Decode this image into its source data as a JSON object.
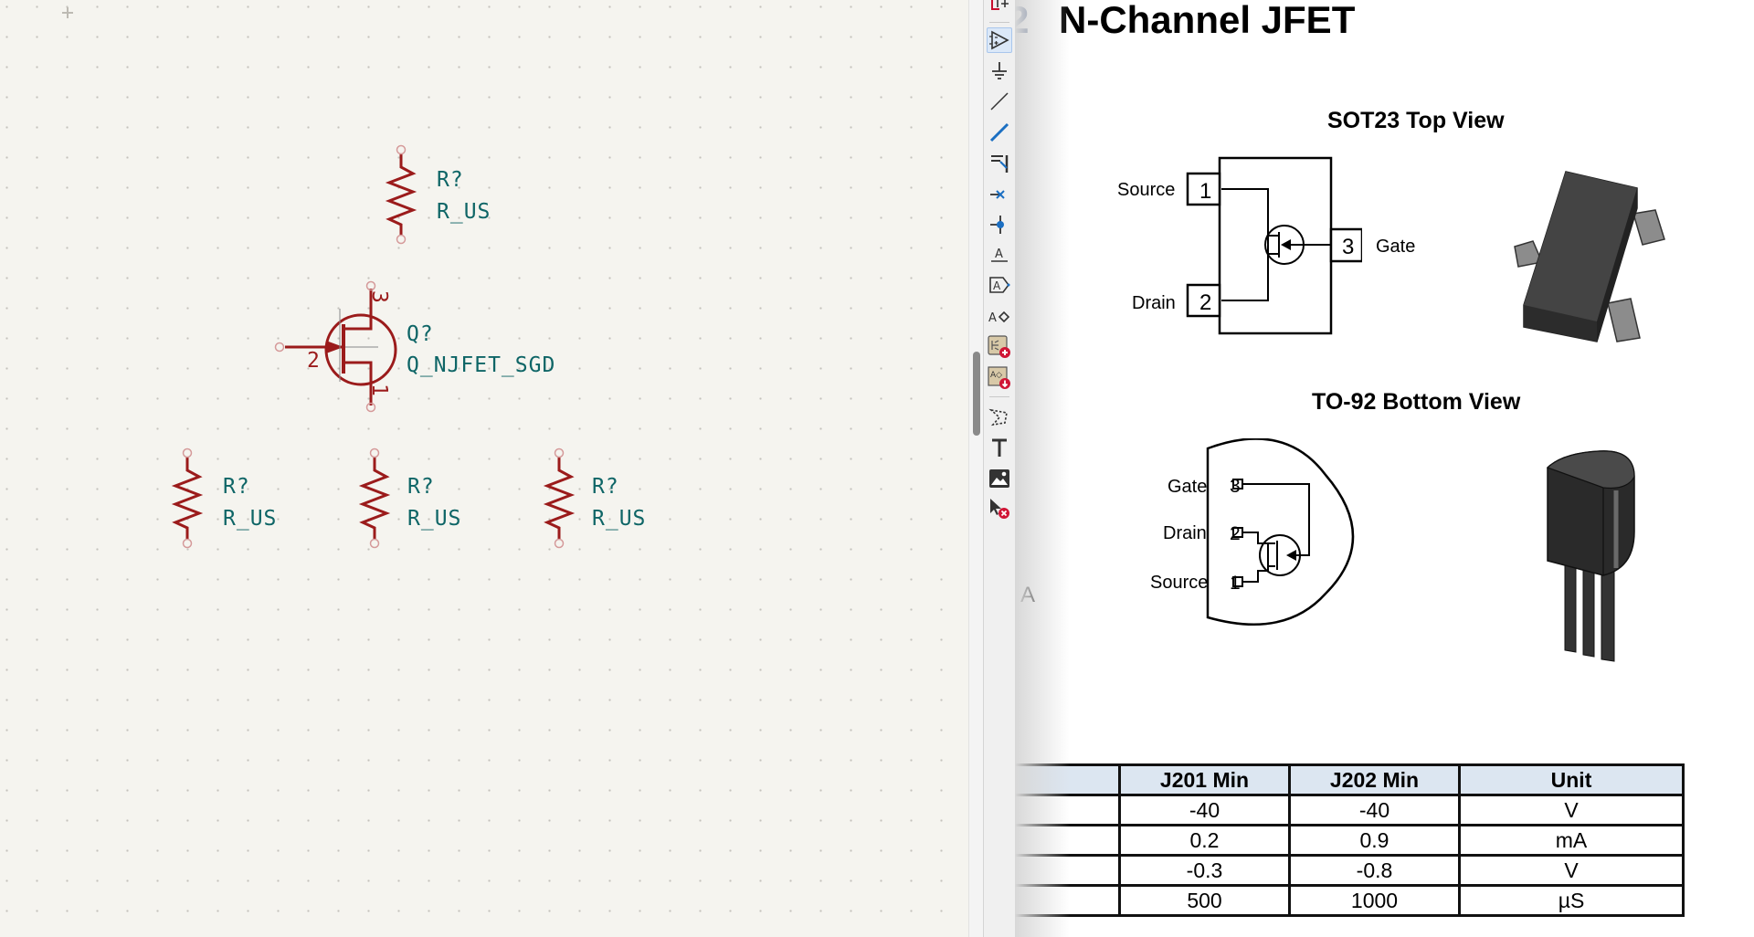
{
  "schematic": {
    "symbols": [
      {
        "kind": "resistor",
        "reference": "R?",
        "value": "R_US"
      },
      {
        "kind": "njfet",
        "reference": "Q?",
        "value": "Q_NJFET_SGD",
        "pins": {
          "source": "1",
          "gate": "2",
          "drain": "3"
        }
      },
      {
        "kind": "resistor",
        "reference": "R?",
        "value": "R_US"
      },
      {
        "kind": "resistor",
        "reference": "R?",
        "value": "R_US"
      },
      {
        "kind": "resistor",
        "reference": "R?",
        "value": "R_US"
      }
    ],
    "colors": {
      "symbol": "#9b1b1b",
      "text": "#0e6566",
      "pin": "#d59a9a",
      "background": "#f5f4ef"
    }
  },
  "toolbar": {
    "tools": [
      {
        "icon": "add-symbol-icon",
        "label": "Add a symbol"
      },
      {
        "icon": "add-power-icon",
        "label": "Add a power port",
        "active": true
      },
      {
        "icon": "ground-icon",
        "label": "Add ground"
      },
      {
        "icon": "line-icon",
        "label": "Draw lines"
      },
      {
        "icon": "wire-icon",
        "label": "Add a wire"
      },
      {
        "icon": "bus-entry-icon",
        "label": "Add bus entry"
      },
      {
        "icon": "no-connect-icon",
        "label": "Add no-connect flag"
      },
      {
        "icon": "junction-icon",
        "label": "Add junction"
      },
      {
        "icon": "net-label-icon",
        "label": "Add net label"
      },
      {
        "icon": "global-label-icon",
        "label": "Add global label"
      },
      {
        "icon": "hier-label-icon",
        "label": "Add hierarchical label"
      },
      {
        "icon": "add-sheet-icon",
        "label": "Add hierarchical sheet"
      },
      {
        "icon": "import-sheet-pin-icon",
        "label": "Import sheet pin"
      },
      {
        "icon": "draw-shape-icon",
        "label": "Draw shapes"
      },
      {
        "icon": "text-icon",
        "label": "Add text"
      },
      {
        "icon": "image-icon",
        "label": "Add image"
      },
      {
        "icon": "delete-tool-icon",
        "label": "Delete items"
      }
    ]
  },
  "document": {
    "section_number": "2",
    "title": "N-Channel JFET",
    "fragment_text": "A",
    "sot23": {
      "title": "SOT23 Top View",
      "pins": [
        {
          "num": "1",
          "name": "Source"
        },
        {
          "num": "2",
          "name": "Drain"
        },
        {
          "num": "3",
          "name": "Gate"
        }
      ]
    },
    "to92": {
      "title": "TO-92 Bottom View",
      "pins": [
        {
          "num": "3",
          "name": "Gate"
        },
        {
          "num": "2",
          "name": "Drain"
        },
        {
          "num": "1",
          "name": "Source"
        }
      ]
    },
    "table": {
      "headers": [
        "",
        "J201 Min",
        "J202 Min",
        "Unit"
      ],
      "rows": [
        [
          "",
          "-40",
          "-40",
          "V"
        ],
        [
          "",
          "0.2",
          "0.9",
          "mA"
        ],
        [
          "",
          "-0.3",
          "-0.8",
          "V"
        ],
        [
          "",
          "500",
          "1000",
          "µS"
        ]
      ]
    }
  }
}
